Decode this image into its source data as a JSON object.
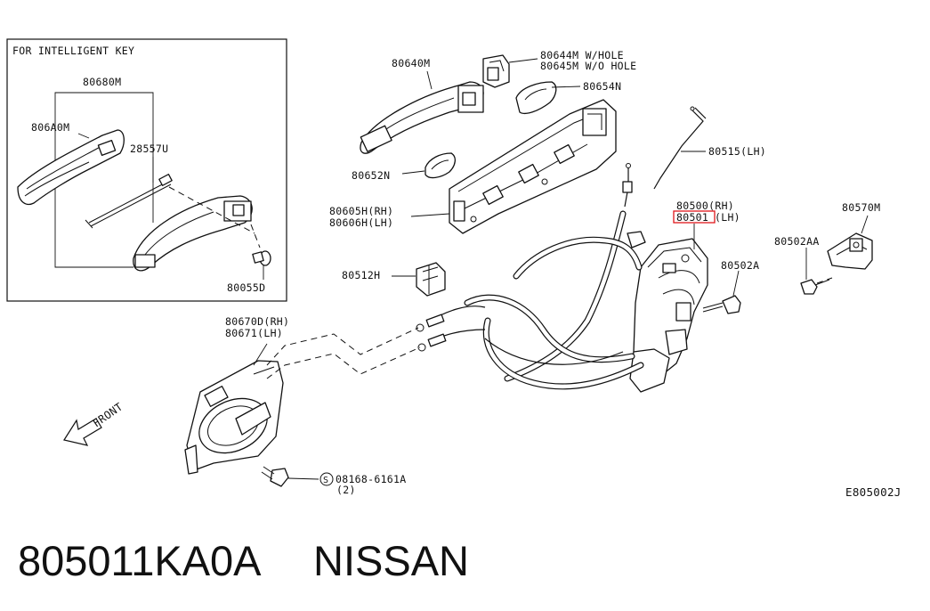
{
  "inset": {
    "title": "FOR INTELLIGENT KEY"
  },
  "labels": {
    "p80680M": "80680M",
    "p806A0M": "806A0M",
    "p28557U": "28557U",
    "p80055D": "80055D",
    "p80640M": "80640M",
    "p80644M": "80644M  W/HOLE",
    "p80645M": "80645M  W/O HOLE",
    "p80654N": "80654N",
    "p80652N": "80652N",
    "p80605H": "80605H(RH)",
    "p80606H": "80606H(LH)",
    "p80515": "80515(LH)",
    "p80500": "80500(RH)",
    "p80501_num": "80501",
    "p80501_side": "(LH)",
    "p80570M": "80570M",
    "p80502AA": "80502AA",
    "p80502A": "80502A",
    "p80512H": "80512H",
    "p80670D": "80670D(RH)",
    "p80671": "80671(LH)",
    "p08168_circle": "S",
    "p08168": "08168-6161A",
    "p08168_qty": "(2)",
    "front": "FRONT",
    "diagram_code": "E805002J"
  },
  "footer": {
    "part_number": "805011KA0A",
    "brand": "NISSAN"
  },
  "highlight": {
    "label": "80501",
    "color": "#e0161b"
  }
}
